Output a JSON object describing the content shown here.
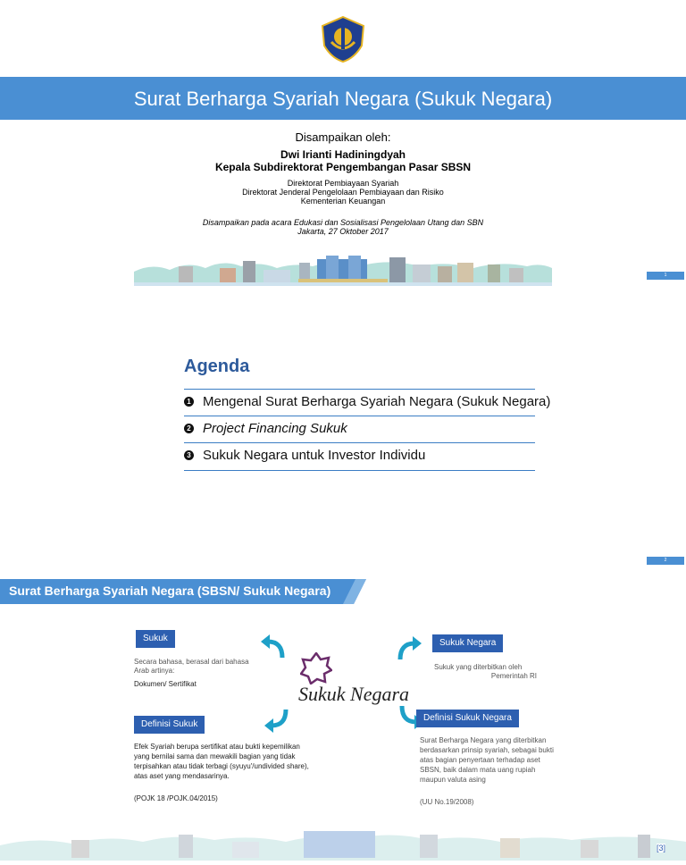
{
  "slide1": {
    "title": "Surat Berharga Syariah Negara (Sukuk Negara)",
    "presented_by": "Disampaikan oleh:",
    "presenter_name": "Dwi Irianti Hadiningdyah",
    "presenter_title": "Kepala Subdirektorat Pengembangan Pasar SBSN",
    "org_lines": [
      "Direktorat Pembiayaan Syariah",
      "Direktorat Jenderal Pengelolaan Pembiayaan dan Risiko",
      "Kementerian Keuangan"
    ],
    "event": "Disampaikan pada acara Edukasi dan Sosialisasi Pengelolaan Utang dan SBN",
    "event_date": "Jakarta, 27 Oktober 2017",
    "page_number": "1"
  },
  "slide2": {
    "title": "Agenda",
    "items": [
      {
        "bullet": "1",
        "text": "Mengenal Surat Berharga Syariah Negara (Sukuk Negara)"
      },
      {
        "bullet": "2",
        "text": "Project Financing Sukuk"
      },
      {
        "bullet": "3",
        "text": "Sukuk Negara untuk Investor Individu"
      }
    ],
    "page_number": "2"
  },
  "slide3": {
    "header": "Surat Berharga Syariah Negara (SBSN/ Sukuk Negara)",
    "center_title": "Sukuk Negara",
    "sukuk": {
      "label": "Sukuk",
      "desc1": "Secara bahasa, berasal dari bahasa",
      "desc2": "Arab artinya:",
      "meaning": "Dokumen/ Sertifikat"
    },
    "sukuk_negara": {
      "label": "Sukuk Negara",
      "desc1": "Sukuk yang diterbitkan oleh",
      "desc2": "Pemerintah RI"
    },
    "definisi_sukuk": {
      "label": "Definisi Sukuk",
      "lines": [
        "Efek Syariah berupa sertifikat atau bukti kepemilikan",
        "yang bernilai sama dan mewakili bagian yang tidak",
        "terpisahkan atau tidak terbagi (syuyu'/undivided share),",
        "atas aset yang mendasarinya."
      ],
      "source": "(POJK 18 /POJK.04/2015)"
    },
    "definisi_sukuk_negara": {
      "label": "Definisi Sukuk Negara",
      "lines": [
        "Surat Berharga Negara yang diterbitkan",
        "berdasarkan prinsip syariah, sebagai bukti",
        "atas bagian penyertaan terhadap aset",
        "SBSN, baik dalam mata uang rupiah",
        "maupun valuta asing"
      ],
      "source": "(UU No.19/2008)"
    },
    "page_number": "[3]"
  },
  "colors": {
    "accent_blue": "#4a8fd3",
    "dark_blue": "#2d5fb0",
    "agenda_title": "#2d5a9b",
    "arrow_teal": "#1ea0c8",
    "star_purple": "#6b2d6b"
  }
}
